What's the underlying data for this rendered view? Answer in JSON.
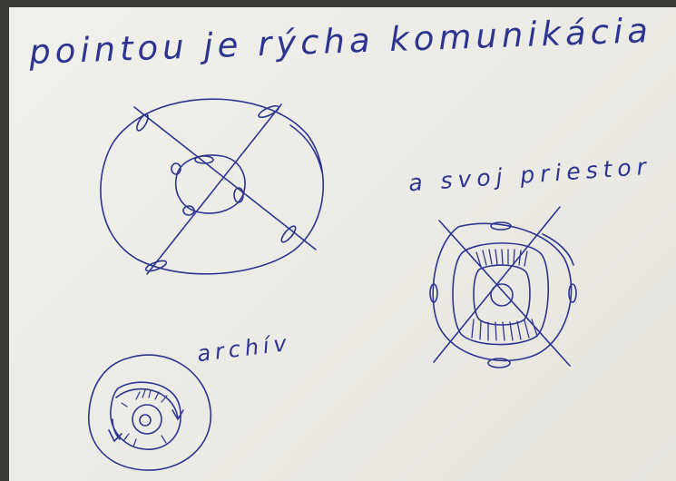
{
  "photo": {
    "subject": "handwritten sketch on paper",
    "colors": {
      "ink": "#2d3590",
      "paper": "#eeede8",
      "background": "#3b3a36"
    }
  },
  "notes": {
    "heading": "pointou je rýcha komunikácia",
    "private_space": "a svoj priestor",
    "archive": "archív"
  }
}
